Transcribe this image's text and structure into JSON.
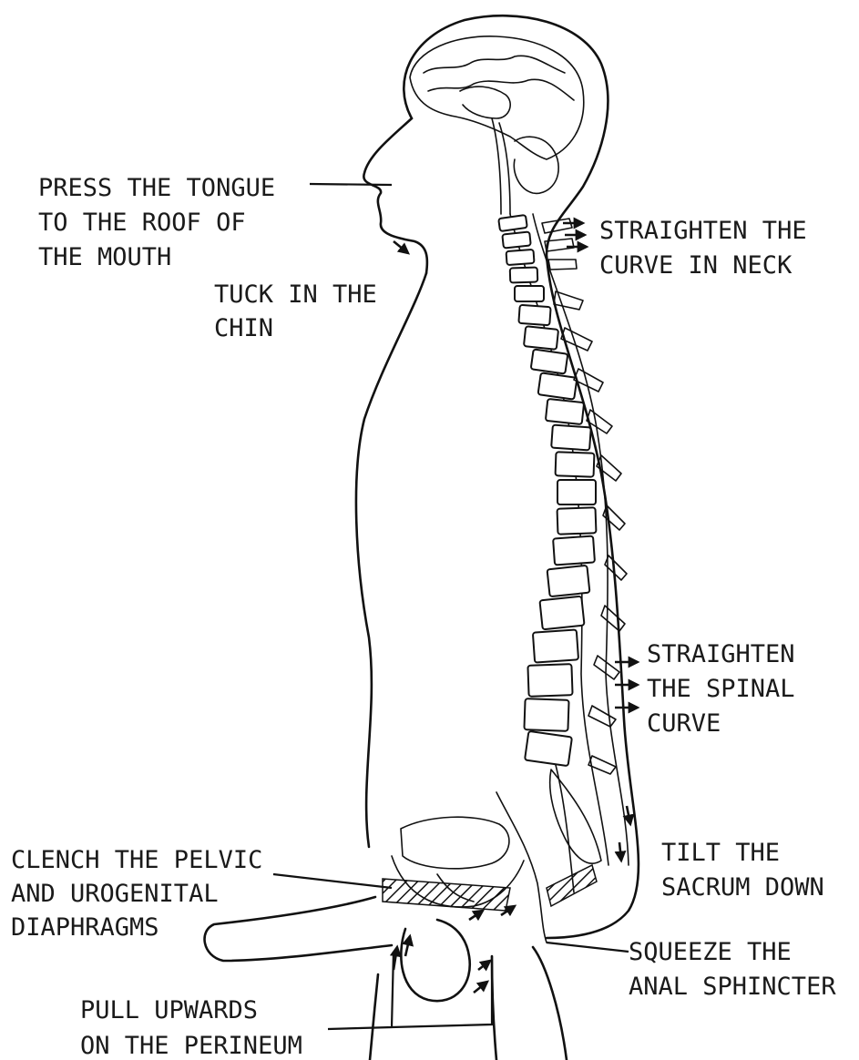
{
  "labels": {
    "tongue": [
      "PRESS THE TONGUE",
      "TO THE ROOF OF",
      "THE MOUTH"
    ],
    "chin": [
      "TUCK IN THE",
      "CHIN"
    ],
    "neck": [
      "STRAIGHTEN THE",
      "CURVE IN NECK"
    ],
    "spine": [
      "STRAIGHTEN",
      "THE SPINAL",
      "CURVE"
    ],
    "sacrum": [
      "TILT THE",
      "SACRUM DOWN"
    ],
    "pelvic": [
      "CLENCH THE PELVIC",
      "AND UROGENITAL",
      "DIAPHRAGMS"
    ],
    "anal": [
      "SQUEEZE THE",
      "ANAL SPHINCTER"
    ],
    "perineum": [
      "PULL UPWARDS",
      "ON THE PERINEUM"
    ]
  }
}
